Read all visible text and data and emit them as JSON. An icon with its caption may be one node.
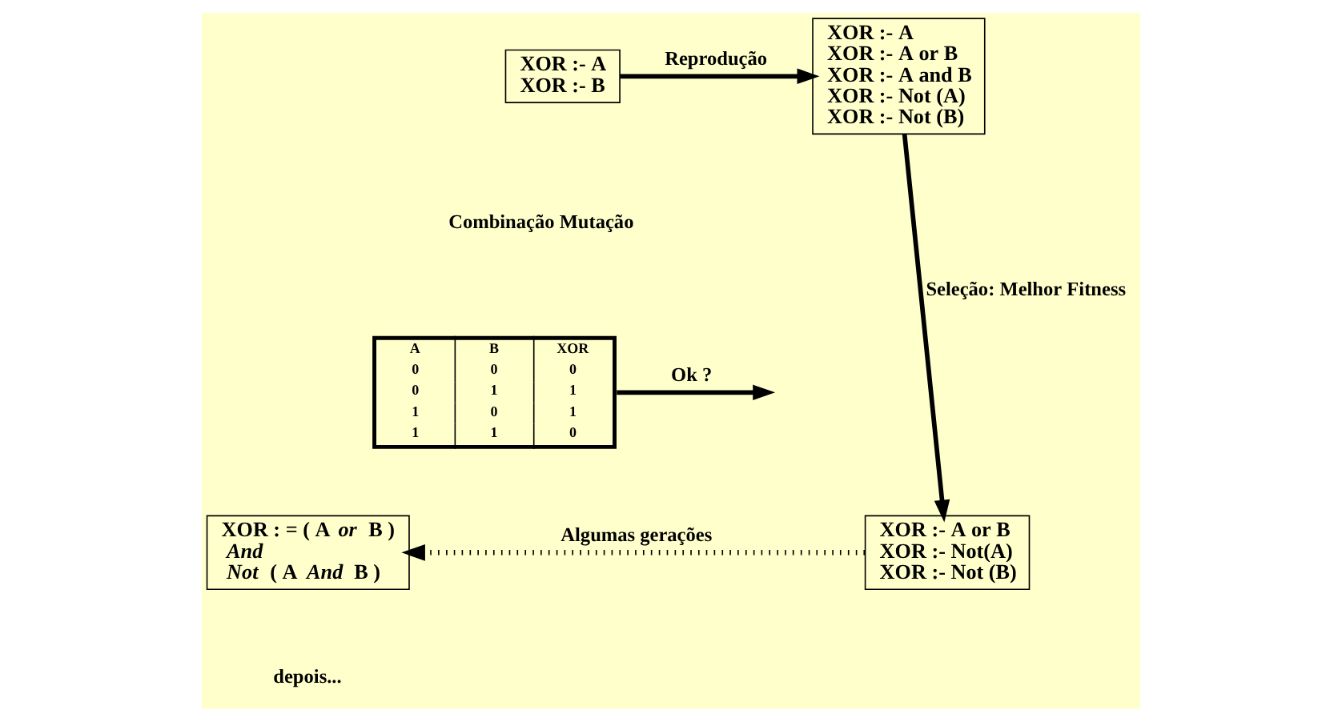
{
  "diagram": {
    "nodes": [
      {
        "text": [
          "XOR :- A",
          "XOR :- B"
        ]
      },
      {
        "text": [
          "XOR :- A",
          "XOR :- A or B",
          "XOR :- A and B",
          "XOR :- Not (A)",
          "XOR :- Not (B)"
        ]
      },
      {
        "text": [
          "A",
          "B",
          "XOR",
          "0",
          "0",
          "0",
          "0",
          "1",
          "1",
          "1",
          "0",
          "1",
          "1",
          "1",
          "0"
        ]
      },
      {
        "text": [
          "XOR :- A or B",
          "XOR :- Not(A)",
          "XOR :- Not (B)"
        ]
      },
      {
        "text": [
          "XOR : = ( A *or* B )",
          "*And*",
          "*Not* ( A *And* B )"
        ]
      }
    ],
    "edges": [
      {
        "from": 0,
        "to": 1,
        "arrow": "to",
        "label": "Reprodução"
      },
      {
        "from": 2,
        "to": null,
        "arrow": "to",
        "label": "Ok ?"
      },
      {
        "from": 1,
        "to": 3,
        "arrow": "to",
        "label": "Seleção: Melhor Fitness"
      },
      {
        "from": 3,
        "to": 4,
        "arrow": "to",
        "label": "Algumas gerações",
        "style": "dashed"
      }
    ],
    "labels": [
      "Combinação Mutação",
      "depois..."
    ]
  }
}
